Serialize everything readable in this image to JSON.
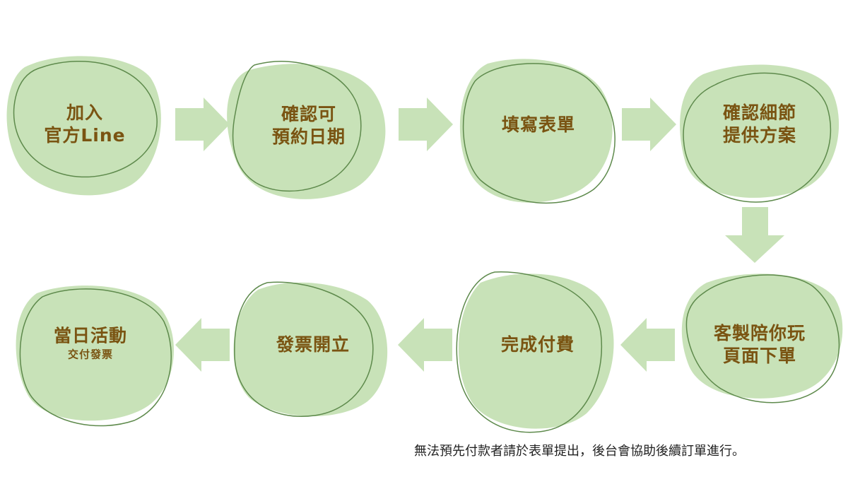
{
  "colors": {
    "blob_fill": "#c8e2b8",
    "ring_stroke": "#5e8a4c",
    "arrow_fill": "#c8e2b8",
    "text": "#7a5412"
  },
  "steps": [
    {
      "line1": "加入",
      "line2": "官方Line"
    },
    {
      "line1": "確認可",
      "line2": "預約日期"
    },
    {
      "line1": "填寫表單"
    },
    {
      "line1": "確認細節",
      "line2": "提供方案"
    },
    {
      "line1": "客製陪你玩",
      "line2": "頁面下單"
    },
    {
      "line1": "完成付費"
    },
    {
      "line1": "發票開立"
    },
    {
      "line1": "當日活動",
      "line2": "交付發票"
    }
  ],
  "footnote": "無法預先付款者請於表單提出，後台會協助後續訂單進行。"
}
